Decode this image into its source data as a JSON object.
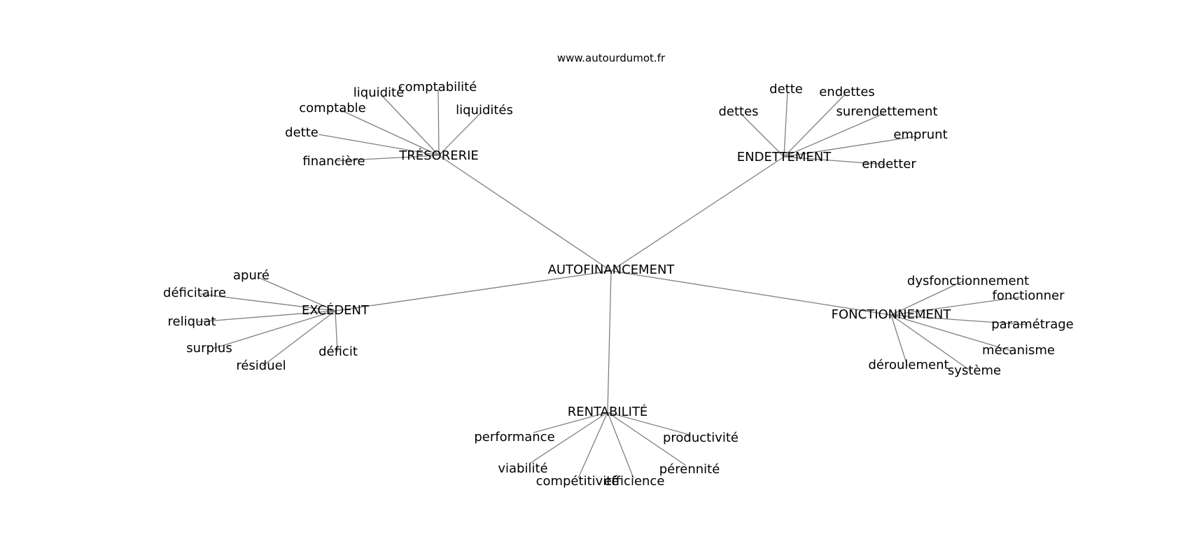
{
  "header": {
    "site": "www.autourdumot.fr"
  },
  "colors": {
    "edge": "#808080",
    "text": "#000000",
    "background": "#ffffff"
  },
  "graph": {
    "root": "AUTOFINANCEMENT",
    "clusters": [
      {
        "hub": "TRÉSORERIE",
        "leaves": [
          "liquidité",
          "comptabilité",
          "comptable",
          "liquidités",
          "dette",
          "financière"
        ]
      },
      {
        "hub": "ENDETTEMENT",
        "leaves": [
          "dette",
          "endettes",
          "dettes",
          "surendettement",
          "emprunt",
          "endetter"
        ]
      },
      {
        "hub": "EXCÉDENT",
        "leaves": [
          "apuré",
          "déficitaire",
          "reliquat",
          "surplus",
          "résiduel",
          "déficit"
        ]
      },
      {
        "hub": "FONCTIONNEMENT",
        "leaves": [
          "dysfonctionnement",
          "fonctionner",
          "paramétrage",
          "mécanisme",
          "déroulement",
          "système"
        ]
      },
      {
        "hub": "RENTABILITÉ",
        "leaves": [
          "performance",
          "productivité",
          "viabilité",
          "pérennité",
          "compétitivité",
          "efficience"
        ]
      }
    ]
  }
}
